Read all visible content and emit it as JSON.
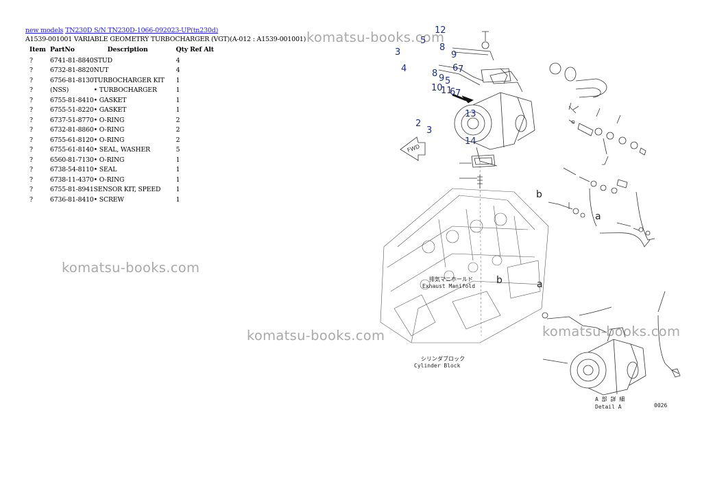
{
  "breadcrumb": {
    "link1": "new models",
    "link2": "TN230D S/N TN230D-1066-092023-UP(tn230d)"
  },
  "title": "A1539-001001 VARIABLE GEOMETRY TURBOCHARGER (VGT)(A-012 : A1539-001001)",
  "table": {
    "headers": {
      "item": "Item",
      "partno": "PartNo",
      "description": "Description",
      "qty": "Qty Ref Alt"
    },
    "rows": [
      {
        "item": "?",
        "partno": "6741-81-8840",
        "description": "STUD",
        "qty": "4"
      },
      {
        "item": "?",
        "partno": "6732-81-8820",
        "description": "NUT",
        "qty": "4"
      },
      {
        "item": "?",
        "partno": "6756-81-8130",
        "description": "TURBOCHARGER KIT",
        "qty": "1"
      },
      {
        "item": "?",
        "partno": "(NSS)",
        "description": "• TURBOCHARGER",
        "qty": "1"
      },
      {
        "item": "?",
        "partno": "6755-81-8410",
        "description": "• GASKET",
        "qty": "1"
      },
      {
        "item": "?",
        "partno": "6755-51-8220",
        "description": "• GASKET",
        "qty": "1"
      },
      {
        "item": "?",
        "partno": "6737-51-8770",
        "description": "• O-RING",
        "qty": "2"
      },
      {
        "item": "?",
        "partno": "6732-81-8860",
        "description": "• O-RING",
        "qty": "2"
      },
      {
        "item": "?",
        "partno": "6755-61-8120",
        "description": "• O-RING",
        "qty": "2"
      },
      {
        "item": "?",
        "partno": "6755-61-8140",
        "description": "• SEAL, WASHER",
        "qty": "5"
      },
      {
        "item": "?",
        "partno": "6560-81-7130",
        "description": "• O-RING",
        "qty": "1"
      },
      {
        "item": "?",
        "partno": "6738-54-8110",
        "description": "• SEAL",
        "qty": "1"
      },
      {
        "item": "?",
        "partno": "6738-11-4370",
        "description": "• O-RING",
        "qty": "1"
      },
      {
        "item": "?",
        "partno": "6755-81-8941",
        "description": "SENSOR KIT, SPEED",
        "qty": "1"
      },
      {
        "item": "?",
        "partno": "6736-81-8410",
        "description": "• SCREW",
        "qty": "1"
      }
    ]
  },
  "watermark_text": "komatsu-books.com",
  "diagram": {
    "callouts": [
      "12",
      "5",
      "8",
      "9",
      "3",
      "4",
      "6",
      "7",
      "8",
      "9",
      "5",
      "10",
      "11",
      "6",
      "7",
      "13",
      "2",
      "3",
      "14"
    ],
    "letters": [
      "b",
      "a",
      "b",
      "a"
    ],
    "fwd": "FWD",
    "exhaust_jp": "排気マニホールド",
    "exhaust_en": "Exhaust Manifold",
    "cylinder_jp": "シリンダブロック",
    "cylinder_en": "Cylinder Block",
    "detail_jp": "A 部 詳 細",
    "detail_en": "Detail A",
    "figure_no": "0026"
  }
}
